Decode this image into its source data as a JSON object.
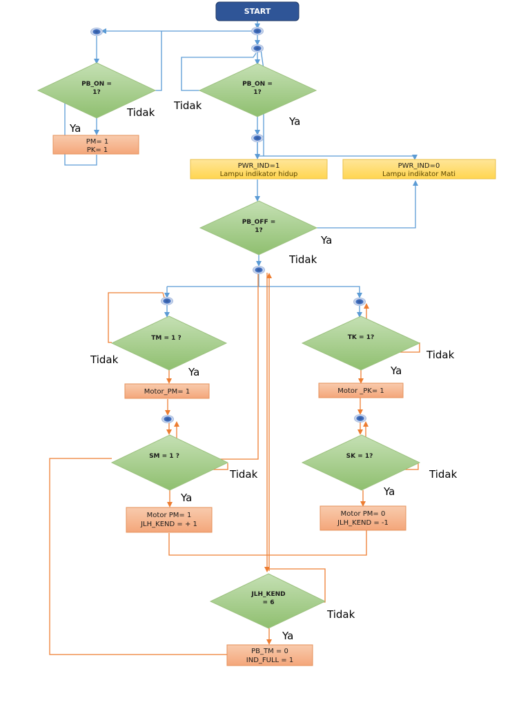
{
  "start": "START",
  "decisions": {
    "pb_on_left": [
      "PB_ON =",
      "1?"
    ],
    "pb_on_right": [
      "PB_ON =",
      "1?"
    ],
    "pb_off": [
      "PB_OFF =",
      "1?"
    ],
    "tm": [
      "TM = 1 ?"
    ],
    "tk": [
      "TK = 1?"
    ],
    "sm": [
      "SM = 1 ?"
    ],
    "sk": [
      "SK = 1?"
    ],
    "jlh": [
      "JLH_KEND",
      "= 6"
    ]
  },
  "processes": {
    "pm_pk": [
      "PM= 1",
      "PK= 1"
    ],
    "pwr_on": [
      "PWR_IND=1",
      "Lampu indikator hidup"
    ],
    "pwr_off": [
      "PWR_IND=0",
      "Lampu indikator Mati"
    ],
    "motor_pm": [
      "Motor_PM= 1"
    ],
    "motor_pk": [
      "Motor _PK= 1"
    ],
    "motor_pm_inc": [
      "Motor PM= 1",
      "JLH_KEND = + 1"
    ],
    "motor_pm_dec": [
      "Motor PM= 0",
      "JLH_KEND = -1"
    ],
    "full": [
      "PB_TM = 0",
      "IND_FULL = 1"
    ]
  },
  "labels": {
    "tidak_1": "Tidak",
    "ya_1": "Ya",
    "tidak_2": "Tidak",
    "ya_2": "Ya",
    "ya_3": "Ya",
    "tidak_3": "Tidak",
    "tidak_4": "Tidak",
    "ya_4": "Ya",
    "tidak_5": "Tidak",
    "ya_5": "Ya",
    "tidak_6": "Tidak",
    "ya_6": "Ya",
    "tidak_7": "Tidak",
    "ya_7": "Ya",
    "tidak_8": "Tidak",
    "ya_8": "Ya"
  },
  "colors": {
    "start_fill": "#2f5597",
    "decision_fill": "#a9d18e",
    "process_fill": "#f4b183",
    "indicator_fill": "#ffd966",
    "connector_fill": "#4472c4",
    "flow_blue": "#5b9bd5",
    "flow_orange": "#ed7d31"
  }
}
